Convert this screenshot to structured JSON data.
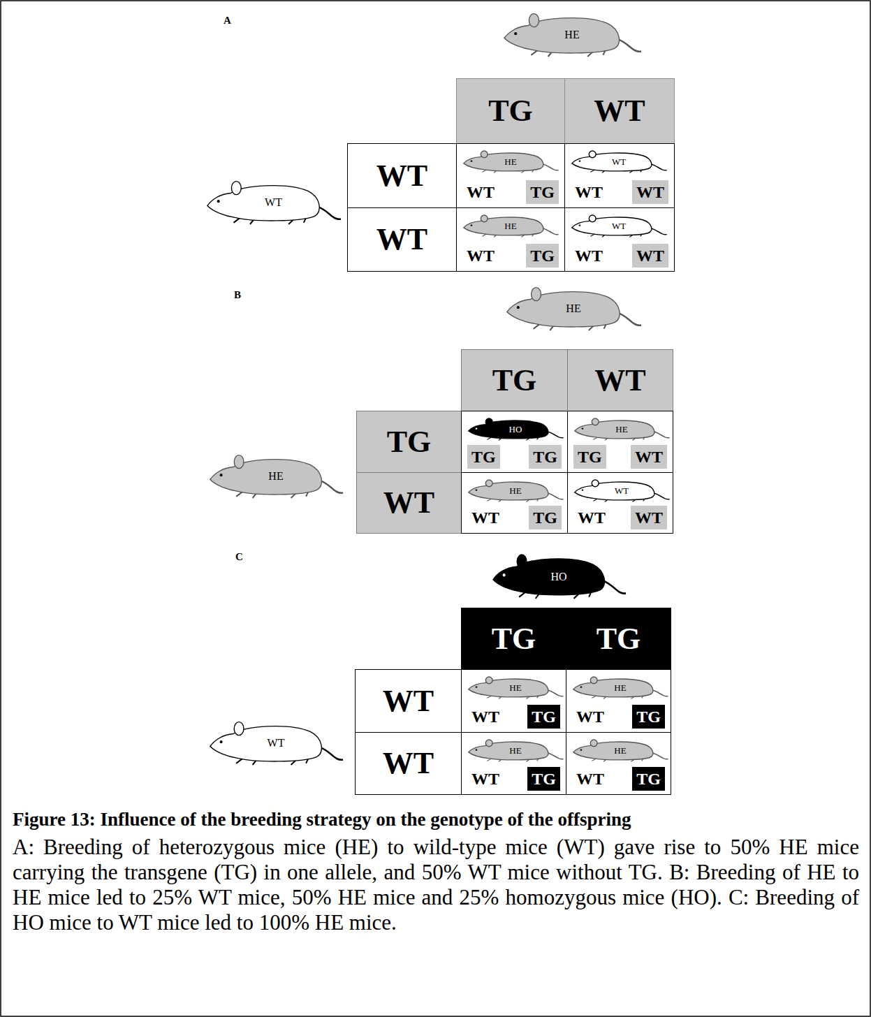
{
  "diagram": {
    "title": "Figure 13: Influence of the breeding strategy on the genotype of the offspring",
    "caption": "A: Breeding of heterozygous mice (HE) to wild-type mice (WT) gave rise to 50% HE mice carrying the transgene (TG) in one allele, and 50% WT mice without TG. B: Breeding of HE to HE mice led to 25% WT mice, 50% HE mice and 25% homozygous mice (HO). C: Breeding of HO mice to WT mice led to 100% HE mice.",
    "nodes": [
      {
        "text": [
          "HE"
        ]
      },
      {
        "text": [
          "TG"
        ]
      },
      {
        "text": [
          "WT"
        ]
      },
      {
        "text": [
          "WT"
        ]
      },
      {
        "text": [
          "WT"
        ]
      },
      {
        "text": [
          "WT",
          "TG"
        ]
      },
      {
        "text": [
          "HE"
        ],
        "in": 5
      },
      {
        "text": [
          "WT",
          "WT"
        ]
      },
      {
        "text": [
          "WT"
        ],
        "in": 7
      },
      {
        "text": [
          "WT"
        ]
      },
      {
        "text": [
          "WT",
          "TG"
        ]
      },
      {
        "text": [
          "HE"
        ],
        "in": 10
      },
      {
        "text": [
          "WT",
          "WT"
        ]
      },
      {
        "text": [
          "WT"
        ],
        "in": 12
      },
      {
        "text": [
          "HE"
        ]
      },
      {
        "text": [
          "TG"
        ]
      },
      {
        "text": [
          "WT"
        ]
      },
      {
        "text": [
          "HE"
        ]
      },
      {
        "text": [
          "TG"
        ]
      },
      {
        "text": [
          "TG",
          "TG"
        ]
      },
      {
        "text": [
          "HO"
        ],
        "in": 19
      },
      {
        "text": [
          "TG",
          "WT"
        ]
      },
      {
        "text": [
          "HE"
        ],
        "in": 21
      },
      {
        "text": [
          "WT"
        ]
      },
      {
        "text": [
          "WT",
          "TG"
        ]
      },
      {
        "text": [
          "HE"
        ],
        "in": 24
      },
      {
        "text": [
          "WT",
          "WT"
        ]
      },
      {
        "text": [
          "WT"
        ],
        "in": 26
      },
      {
        "text": [
          "HO"
        ]
      },
      {
        "text": [
          "TG"
        ]
      },
      {
        "text": [
          "TG"
        ]
      },
      {
        "text": [
          "WT"
        ]
      },
      {
        "text": [
          "WT"
        ]
      },
      {
        "text": [
          "WT",
          "TG"
        ]
      },
      {
        "text": [
          "HE"
        ],
        "in": 33
      },
      {
        "text": [
          "WT",
          "TG"
        ]
      },
      {
        "text": [
          "HE"
        ],
        "in": 35
      },
      {
        "text": [
          "WT"
        ]
      },
      {
        "text": [
          "WT",
          "TG"
        ]
      },
      {
        "text": [
          "HE"
        ],
        "in": 38
      },
      {
        "text": [
          "WT",
          "TG"
        ]
      },
      {
        "text": [
          "HE"
        ],
        "in": 40
      }
    ],
    "labels": [
      "A",
      "B",
      "C"
    ]
  }
}
